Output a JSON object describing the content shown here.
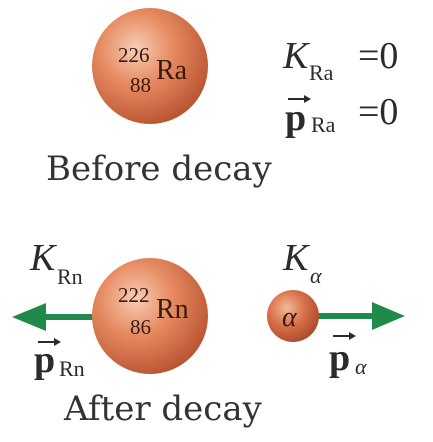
{
  "before": {
    "caption": "Before decay",
    "nucleus": {
      "mass_number": "226",
      "atomic_number": "88",
      "symbol": "Ra"
    },
    "energy_eq": {
      "symbol": "K",
      "subscript": "Ra",
      "rhs": "=0"
    },
    "momentum_eq": {
      "symbol": "p",
      "subscript": "Ra",
      "rhs": "=0"
    }
  },
  "after": {
    "caption": "After decay",
    "daughter": {
      "mass_number": "222",
      "atomic_number": "86",
      "symbol": "Rn",
      "energy_symbol": "K",
      "energy_subscript": "Rn",
      "momentum_symbol": "p",
      "momentum_subscript": "Rn"
    },
    "alpha": {
      "symbol": "α",
      "energy_symbol": "K",
      "energy_subscript": "α",
      "momentum_symbol": "p",
      "momentum_subscript": "α"
    }
  },
  "colors": {
    "sphere_highlight": "#f6c2a6",
    "sphere_mid": "#e07e55",
    "sphere_shadow": "#b6502e",
    "arrow": "#1f8a4a",
    "text": "#2b2b2b"
  }
}
